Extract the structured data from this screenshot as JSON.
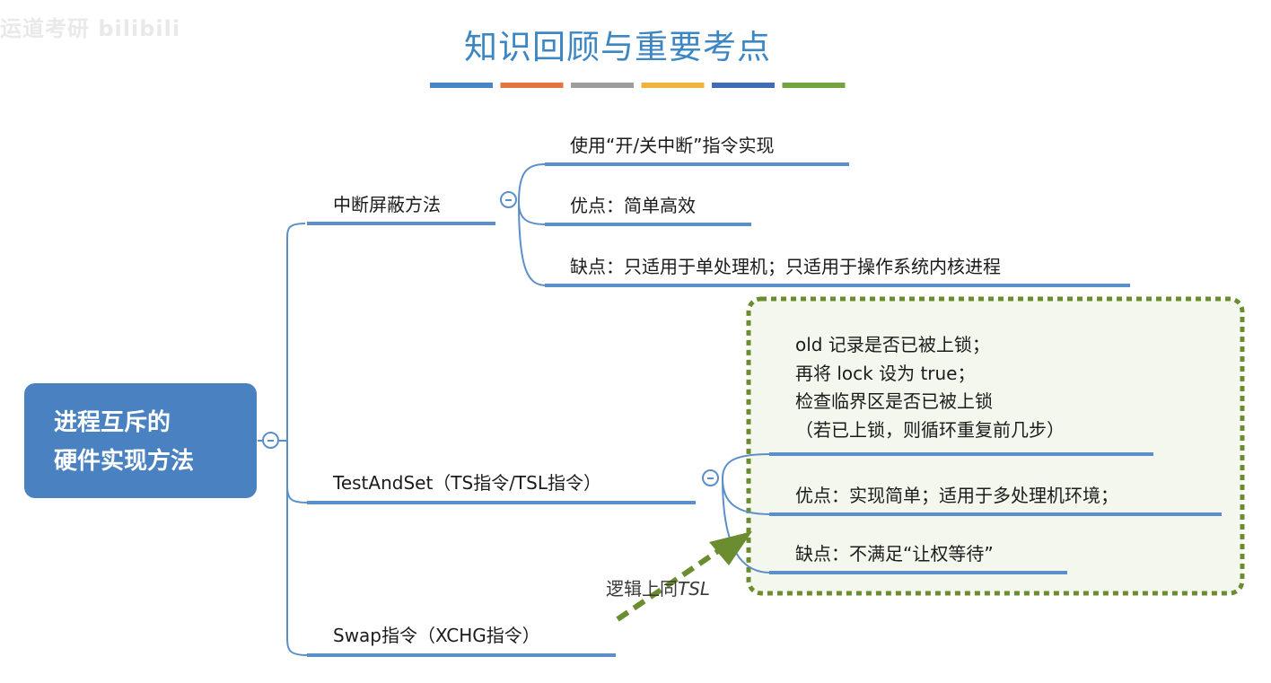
{
  "watermark": "运道考研 bilibili",
  "title": "知识回顾与重要考点",
  "title_bar_colors": [
    "#4a86c5",
    "#e1773e",
    "#9d9d9d",
    "#f0b43c",
    "#3f6db3",
    "#72a542"
  ],
  "colors": {
    "branch": "#5b8fc9",
    "root_fill": "#4a82c1",
    "dotted_border": "#6b8c2f",
    "dotted_fill": "#f4f7ed",
    "arrow": "#6b8c2f"
  },
  "root": {
    "line1": "进程互斥的",
    "line2": "硬件实现方法"
  },
  "interrupt": {
    "label": "中断屏蔽方法",
    "children": [
      "使用“开/关中断”指令实现",
      "优点：简单高效",
      "缺点：只适用于单处理机；只适用于操作系统内核进程"
    ]
  },
  "testandset": {
    "label": "TestAndSet（TS指令/TSL指令）",
    "desc_lines": [
      "old 记录是否已被上锁；",
      "再将 lock 设为 true；",
      "检查临界区是否已被上锁",
      "（若已上锁，则循环重复前几步）"
    ],
    "pro": "优点：实现简单；适用于多处理机环境；",
    "con": "缺点：不满足“让权等待”"
  },
  "swap": {
    "label": "Swap指令（XCHG指令）",
    "note_prefix": "逻辑上同",
    "note_em": "TSL"
  }
}
